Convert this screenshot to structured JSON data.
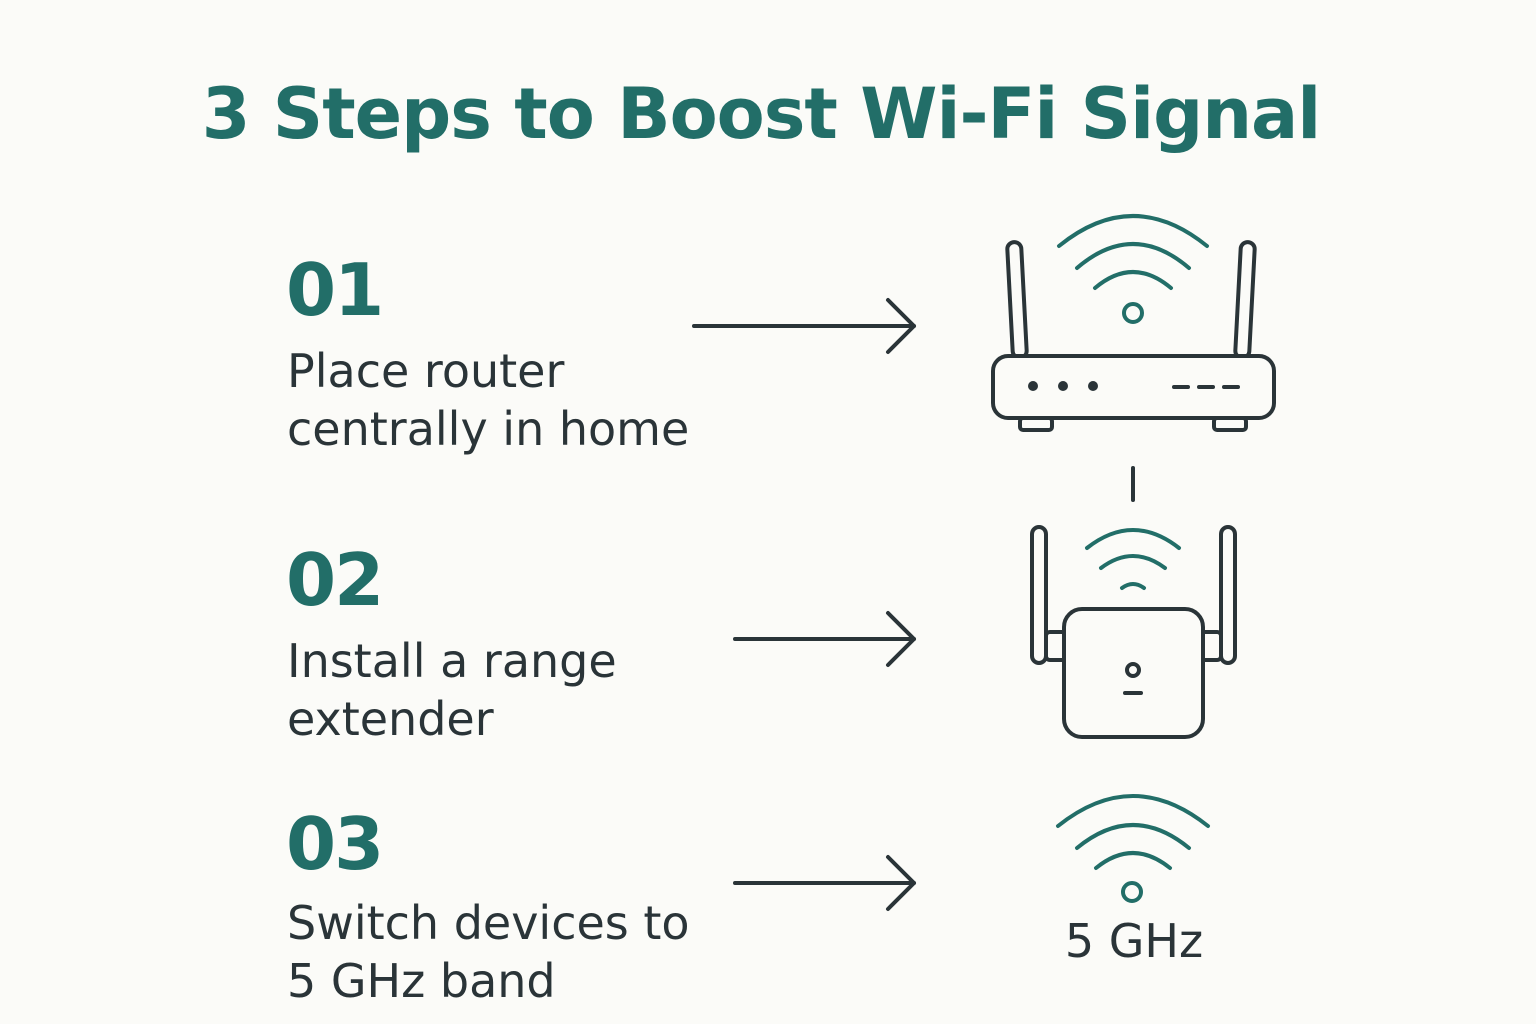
{
  "title": "3 Steps to Boost Wi-Fi Signal",
  "steps": [
    {
      "number": "01",
      "lines": [
        "Place router",
        "centrally in home"
      ],
      "icon": "router-icon"
    },
    {
      "number": "02",
      "lines": [
        "Install a range",
        "extender"
      ],
      "icon": "range-extender-icon"
    },
    {
      "number": "03",
      "lines": [
        "Switch devices to",
        "5 GHz band"
      ],
      "icon": "wifi-icon"
    }
  ],
  "band_label": "5 GHz",
  "colors": {
    "accent": "#226e68",
    "text": "#2a3438",
    "background": "#fbfbf8"
  }
}
